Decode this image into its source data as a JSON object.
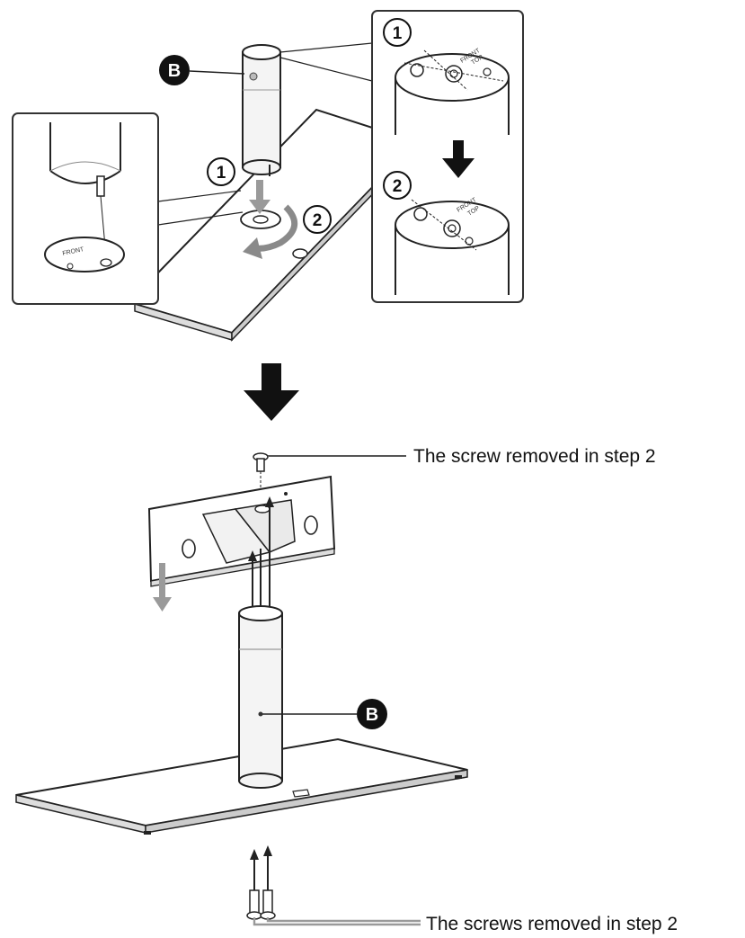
{
  "labels": {
    "part_letter": "B",
    "step_one": "1",
    "step_two": "2",
    "screw_top": "The screw removed in step 2",
    "screws_bottom": "The screws removed in step 2",
    "front_mark": "FRONT",
    "top_mark": "TOP"
  },
  "colors": {
    "line": "#222222",
    "arrow_gray": "#9a9a9a",
    "badge": "#111111",
    "panel_border": "#333333"
  }
}
